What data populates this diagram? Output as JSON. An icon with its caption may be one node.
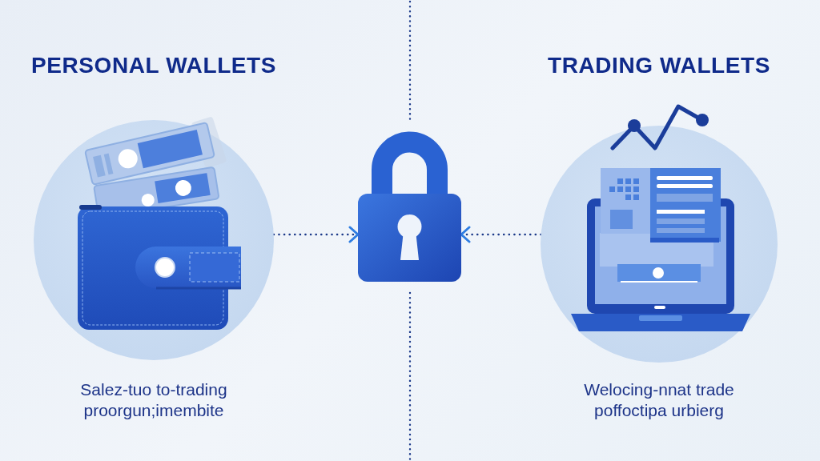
{
  "diagram": {
    "nodes": [
      {
        "text": [
          "PERSONAL WALLETS"
        ],
        "beside": [
          "Salez-tuo to-trading proorgun;imembite"
        ]
      },
      {
        "text": [],
        "shape": "picture"
      },
      {
        "text": [
          "TRADING WALLETS"
        ],
        "beside": [
          "Welocing-nnat trade poffoctipa urbierg"
        ]
      }
    ],
    "edges": [
      {
        "from": 0,
        "to": 1,
        "arrow": "to",
        "style": "dashed"
      },
      {
        "from": 2,
        "to": 1,
        "arrow": "to",
        "style": "dashed"
      }
    ]
  }
}
